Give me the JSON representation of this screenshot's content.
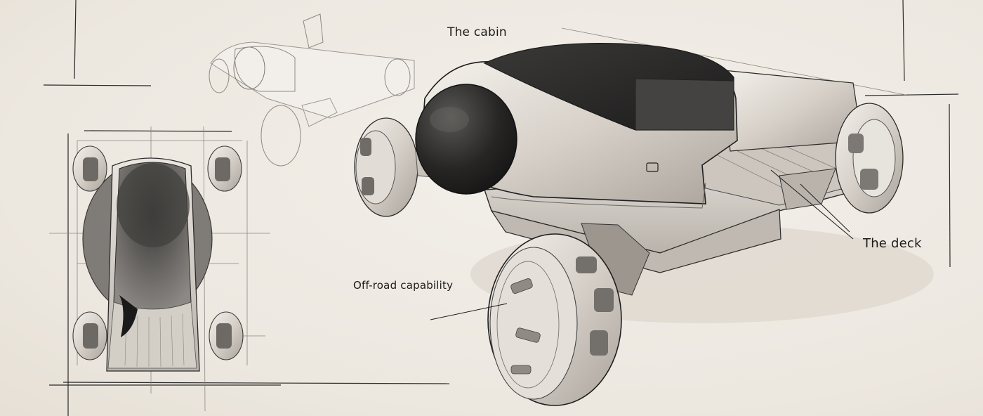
{
  "callouts": {
    "cabin": "The cabin",
    "deck": "The deck",
    "offroad": "Off-road capability"
  },
  "colors": {
    "paper": "#efebe4",
    "ink": "#1c1b1a",
    "body_silver": "#d9d4cd",
    "cabin_dark": "#2c2b2a",
    "shadow": "#dcd6cd"
  }
}
